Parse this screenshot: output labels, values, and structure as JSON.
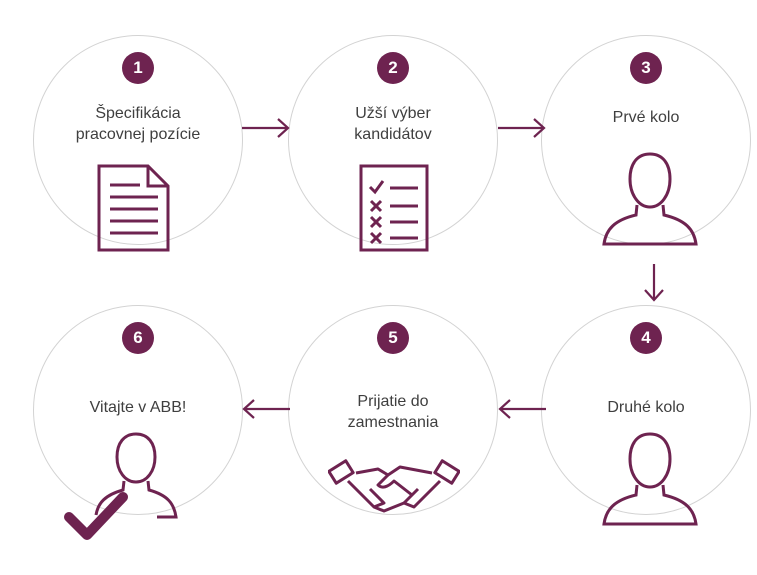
{
  "colors": {
    "accent": "#6e2350",
    "circle_border": "#d3d3d3",
    "text": "#3f3f3f"
  },
  "steps": [
    {
      "number": "1",
      "lines": [
        "Špecifikácia",
        "pracovnej pozície"
      ],
      "icon": "document-icon"
    },
    {
      "number": "2",
      "lines": [
        "Užší výber",
        "kandidátov"
      ],
      "icon": "checklist-icon"
    },
    {
      "number": "3",
      "lines": [
        "Prvé kolo"
      ],
      "icon": "person-icon"
    },
    {
      "number": "4",
      "lines": [
        "Druhé kolo"
      ],
      "icon": "person-icon"
    },
    {
      "number": "5",
      "lines": [
        "Prijatie do",
        "zamestnania"
      ],
      "icon": "handshake-icon"
    },
    {
      "number": "6",
      "lines": [
        "Vitajte v ABB!"
      ],
      "icon": "person-check-icon"
    }
  ]
}
